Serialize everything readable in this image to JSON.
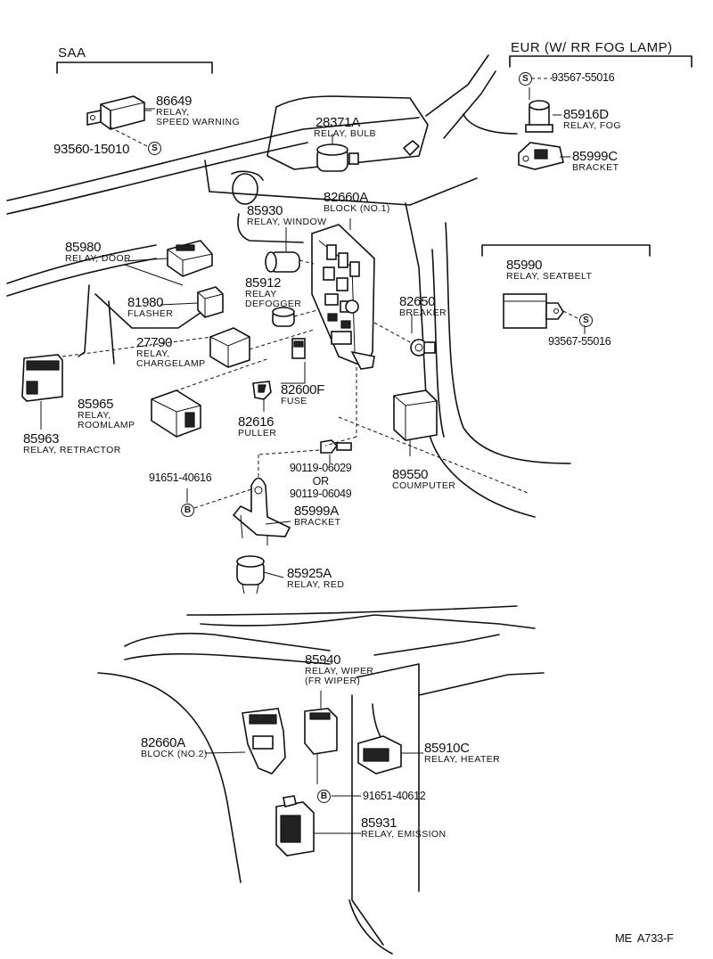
{
  "diagram_id": "ME  A733-F",
  "headers": {
    "saa": "SAA",
    "eur": "EUR (W/ RR  FOG  LAMP)"
  },
  "fastener_symbols": {
    "screw": "S",
    "bolt": "B"
  },
  "parts": [
    {
      "key": "p86649",
      "number": "86649",
      "desc": [
        "RELAY,",
        "SPEED WARNING"
      ]
    },
    {
      "key": "p93560",
      "number": "93560-15010"
    },
    {
      "key": "p28371a",
      "number": "28371A",
      "desc": [
        "RELAY, BULB"
      ]
    },
    {
      "key": "p93567a",
      "number": "93567-55016"
    },
    {
      "key": "p85916d",
      "number": "85916D",
      "desc": [
        "RELAY, FOG"
      ]
    },
    {
      "key": "p85999c",
      "number": "85999C",
      "desc": [
        "BRACKET"
      ]
    },
    {
      "key": "p82660a1",
      "number": "82660A",
      "desc": [
        "BLOCK (NO.1)"
      ]
    },
    {
      "key": "p85930",
      "number": "85930",
      "desc": [
        "RELAY, WINDOW"
      ]
    },
    {
      "key": "p85980",
      "number": "85980",
      "desc": [
        "RELAY, DOOR"
      ]
    },
    {
      "key": "p85990",
      "number": "85990",
      "desc": [
        "RELAY, SEATBELT"
      ]
    },
    {
      "key": "p93567b",
      "number": "93567-55016"
    },
    {
      "key": "p85912",
      "number": "85912",
      "desc": [
        "RELAY",
        "DEFOGGER"
      ]
    },
    {
      "key": "p82650",
      "number": "82650",
      "desc": [
        "BREAKER"
      ]
    },
    {
      "key": "p81980",
      "number": "81980",
      "desc": [
        "FLASHER"
      ]
    },
    {
      "key": "p27790",
      "number": "27790",
      "desc": [
        "RELAY,",
        "CHARGELAMP"
      ]
    },
    {
      "key": "p82600f",
      "number": "82600F",
      "desc": [
        "FUSE"
      ]
    },
    {
      "key": "p85965",
      "number": "85965",
      "desc": [
        "RELAY,",
        "ROOMLAMP"
      ]
    },
    {
      "key": "p82616",
      "number": "82616",
      "desc": [
        "PULLER"
      ]
    },
    {
      "key": "p85963",
      "number": "85963",
      "desc": [
        "RELAY, RETRACTOR"
      ]
    },
    {
      "key": "p90119",
      "number": "90119-06029",
      "desc": [
        "OR",
        "90119-06049"
      ]
    },
    {
      "key": "p89550",
      "number": "89550",
      "desc": [
        "COUMPUTER"
      ]
    },
    {
      "key": "p91651a",
      "number": "91651-40616"
    },
    {
      "key": "p85999a",
      "number": "85999A",
      "desc": [
        "BRACKET"
      ]
    },
    {
      "key": "p85925a",
      "number": "85925A",
      "desc": [
        "RELAY, RED"
      ]
    },
    {
      "key": "p85940",
      "number": "85940",
      "desc": [
        "RELAY, WIPER",
        "(FR WIPER)"
      ]
    },
    {
      "key": "p82660a2",
      "number": "82660A",
      "desc": [
        "BLOCK (NO.2)"
      ]
    },
    {
      "key": "p85910c",
      "number": "85910C",
      "desc": [
        "RELAY, HEATER"
      ]
    },
    {
      "key": "p91651b",
      "number": "91651-40612"
    },
    {
      "key": "p85931",
      "number": "85931",
      "desc": [
        "RELAY, EMISSION"
      ]
    }
  ]
}
